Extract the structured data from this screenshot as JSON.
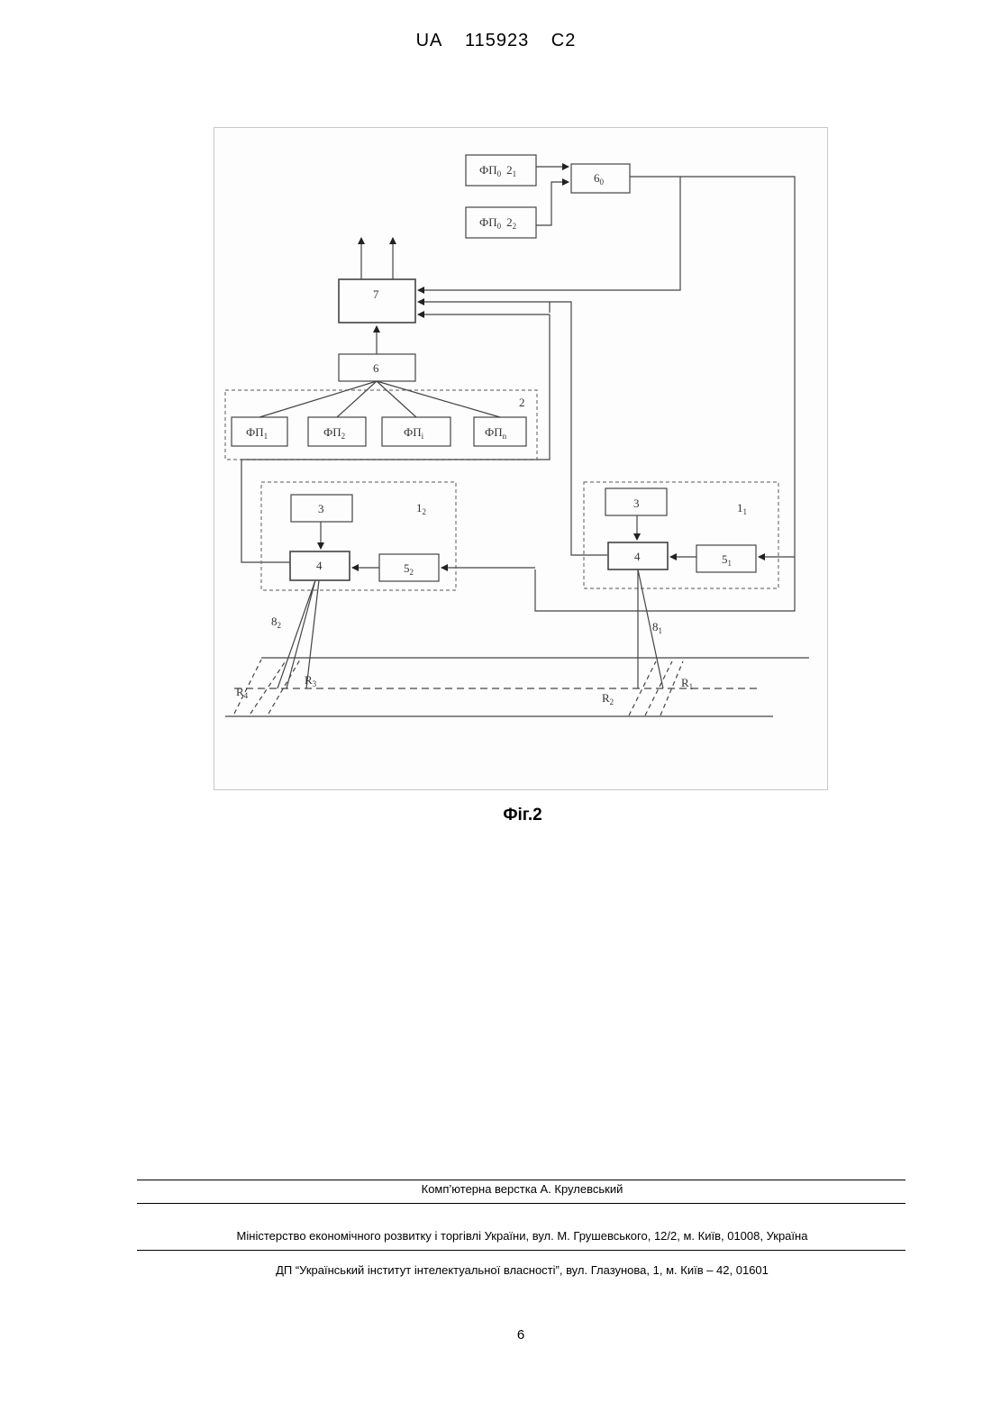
{
  "header": {
    "country": "UA",
    "number": "115923",
    "kind": "C2"
  },
  "figure": {
    "caption": "Фіг.2",
    "labels": {
      "fp0_1": "ФП",
      "fp0_1_sub": "0",
      "fp0_1_ref": "2",
      "fp0_1_ref_sub": "1",
      "fp0_2": "ФП",
      "fp0_2_sub": "0",
      "fp0_2_ref": "2",
      "fp0_2_ref_sub": "2",
      "b60": "6",
      "b60_sub": "0",
      "b7": "7",
      "b6": "6",
      "group2": "2",
      "fp1": "ФП",
      "fp1_sub": "1",
      "fp2": "ФП",
      "fp2_sub": "2",
      "fpi": "ФП",
      "fpi_sub": "i",
      "fpn": "ФП",
      "fpn_sub": "n",
      "unit12": "1",
      "unit12_sub": "2",
      "b3_left": "3",
      "b4_left": "4",
      "b52": "5",
      "b52_sub": "2",
      "unit11": "1",
      "unit11_sub": "1",
      "b3_right": "3",
      "b4_right": "4",
      "b51": "5",
      "b51_sub": "1",
      "w82": "8",
      "w82_sub": "2",
      "w81": "8",
      "w81_sub": "1",
      "r4": "R",
      "r4_sub": "4",
      "r3": "R",
      "r3_sub": "3",
      "r2": "R",
      "r2_sub": "2",
      "r1": "R",
      "r1_sub": "1"
    }
  },
  "footer": {
    "layout_credit": "Комп’ютерна верстка А. Крулевський",
    "ministry": "Міністерство економічного розвитку і торгівлі України, вул. М. Грушевського, 12/2, м. Київ, 01008, Україна",
    "institute": "ДП “Український інститут інтелектуальної власності”, вул. Глазунова, 1, м. Київ – 42, 01601"
  },
  "page_number": "6"
}
